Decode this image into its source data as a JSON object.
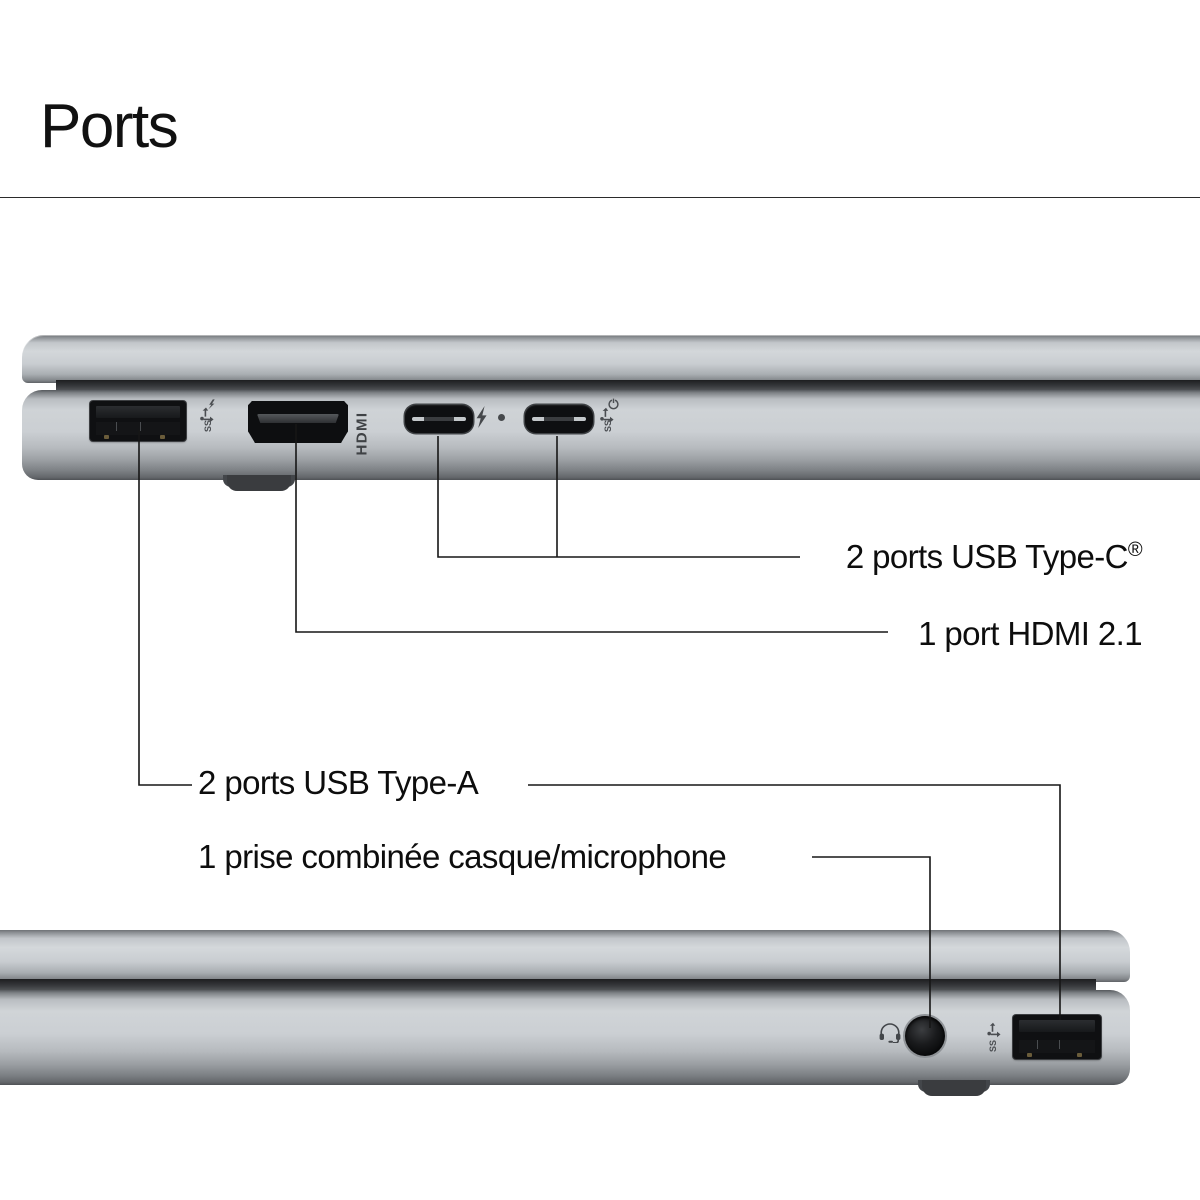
{
  "page": {
    "title": "Ports",
    "language": "fr"
  },
  "callouts": [
    {
      "id": "usb-c",
      "text": "2 ports USB Type-C",
      "trademark": "®",
      "count": 2,
      "port_type": "USB Type-C",
      "align": "right"
    },
    {
      "id": "hdmi",
      "text": "1 port HDMI 2.1",
      "trademark": "",
      "count": 1,
      "port_type": "HDMI 2.1",
      "align": "right"
    },
    {
      "id": "usb-a",
      "text": "2 ports USB Type-A",
      "trademark": "",
      "count": 2,
      "port_type": "USB Type-A",
      "align": "left"
    },
    {
      "id": "headphone-jack",
      "text": "1 prise combinée casque/microphone",
      "trademark": "",
      "count": 1,
      "port_type": "prise combinée casque/microphone",
      "align": "left"
    }
  ],
  "devices": [
    {
      "id": "laptop-top",
      "view": "left-side-edge",
      "ports": [
        {
          "name": "usb-a-port",
          "marking": "SS USB charging"
        },
        {
          "name": "hdmi-port",
          "marking": "HDMI"
        },
        {
          "name": "usb-c-port-1",
          "marking": "Thunderbolt"
        },
        {
          "name": "usb-c-port-2",
          "marking": "SS USB power delivery"
        }
      ]
    },
    {
      "id": "laptop-bottom",
      "view": "right-side-edge",
      "ports": [
        {
          "name": "headphone-microphone-jack",
          "marking": "headset"
        },
        {
          "name": "usb-a-port",
          "marking": "SS USB"
        }
      ]
    }
  ],
  "icons": {
    "hdmi_text": "HDMI",
    "superspeed_text": "SS",
    "thunderbolt": "thunderbolt-bolt-icon",
    "headset": "headset-icon",
    "usb_trident": "usb-trident-icon"
  },
  "colors": {
    "background": "#ffffff",
    "text": "#0d0d0d",
    "rule": "#2b2b2b",
    "chassis_light": "#d3d7da",
    "chassis_mid": "#a9aeb2",
    "chassis_dark": "#5f6266",
    "port_black": "#0e0f11",
    "icon_gray": "#4a4d51",
    "leader_line": "#161616"
  }
}
